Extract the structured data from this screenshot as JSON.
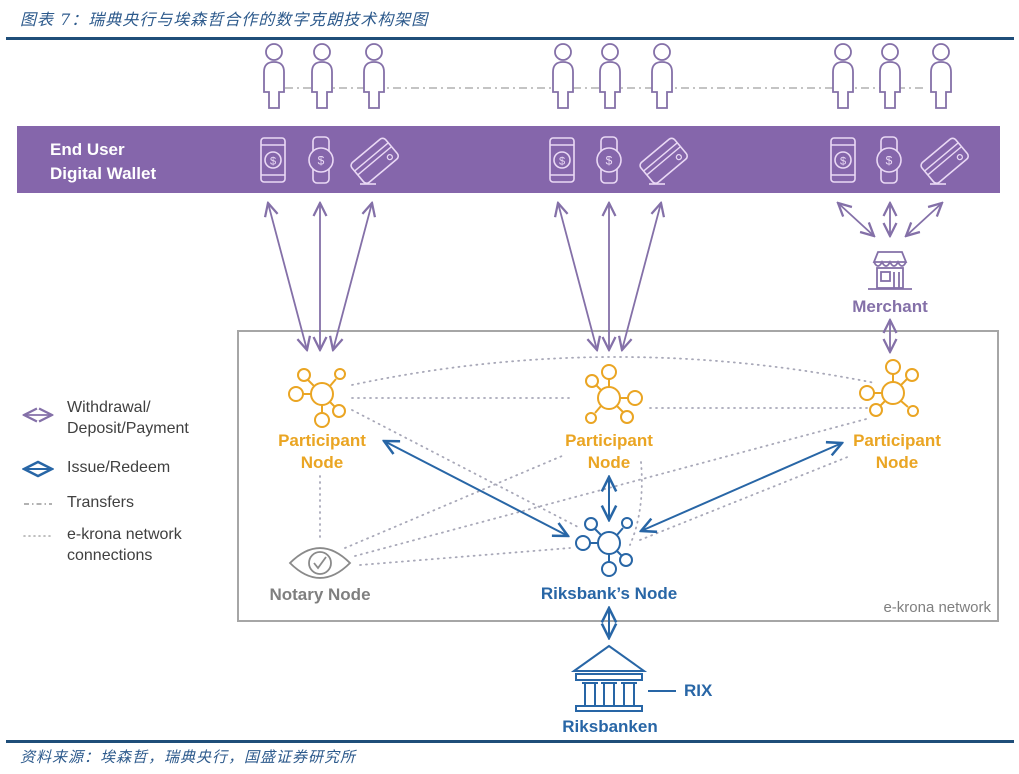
{
  "header": {
    "caption": "图表 7：瑞典央行与埃森哲合作的数字克朗技术构架图"
  },
  "footer": {
    "source": "资料来源：埃森哲，瑞典央行，国盛证券研究所"
  },
  "wallet": {
    "label_line1": "End User",
    "label_line2": "Digital Wallet",
    "groups": [
      {
        "icons": [
          "smartphone-dollar-icon",
          "smartwatch-dollar-icon",
          "card-icon"
        ]
      },
      {
        "icons": [
          "smartphone-dollar-icon",
          "smartwatch-dollar-icon",
          "card-icon"
        ]
      },
      {
        "icons": [
          "smartphone-dollar-icon",
          "smartwatch-dollar-icon",
          "card-icon"
        ]
      }
    ]
  },
  "users": {
    "groups": 3,
    "per_group": 3
  },
  "merchant": {
    "label": "Merchant",
    "icon": "storefront-icon"
  },
  "nodes": {
    "participant_left": {
      "line1": "Participant",
      "line2": "Node"
    },
    "participant_center": {
      "line1": "Participant",
      "line2": "Node"
    },
    "participant_right": {
      "line1": "Participant",
      "line2": "Node"
    },
    "notary": {
      "label": "Notary Node",
      "icon": "eye-check-icon"
    },
    "riksbank": {
      "label": "Riksbank’s Node"
    }
  },
  "network": {
    "label": "e-krona network"
  },
  "central_bank": {
    "label": "Riksbanken",
    "rix_label": "RIX",
    "icon": "bank-building-icon"
  },
  "legend": {
    "items": [
      {
        "line1": "Withdrawal/",
        "line2": "Deposit/Payment",
        "symbol": "double-arrow-purple"
      },
      {
        "line1": "Issue/Redeem",
        "line2": "",
        "symbol": "double-arrow-blue"
      },
      {
        "line1": "Transfers",
        "line2": "",
        "symbol": "dash-dot-line"
      },
      {
        "line1": "e-krona network",
        "line2": "connections",
        "symbol": "dotted-line"
      }
    ]
  },
  "colors": {
    "wallet_bar": "#8566ab",
    "purple_arrow": "#8470a8",
    "blue_arrow": "#2866a6",
    "participant_orange": "#eaa523",
    "notary_grey": "#7f7f7f",
    "header_blue": "#1f4e79"
  }
}
